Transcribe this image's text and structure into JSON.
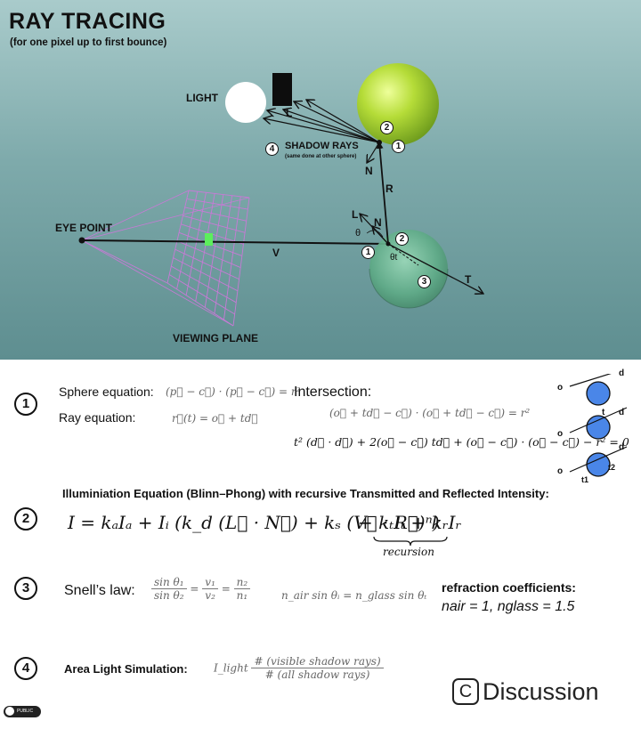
{
  "title": "RAY TRACING",
  "subtitle": "(for one pixel up to first bounce)",
  "labels": {
    "light": "LIGHT",
    "shadow_rays": "SHADOW RAYS",
    "shadow_note": "(same done at other sphere)",
    "eye_point": "EYE POINT",
    "viewing_plane": "VIEWING PLANE",
    "L": "L",
    "N": "N",
    "R": "R",
    "V": "V",
    "T": "T",
    "theta": "θ",
    "theta_t": "θt"
  },
  "markers": [
    "1",
    "2",
    "3",
    "4"
  ],
  "sec1": {
    "number": "1",
    "sphere_label": "Sphere equation:",
    "sphere_eq": "(p⃗ − c⃗) · (p⃗ − c⃗) = r²",
    "ray_label": "Ray equation:",
    "ray_eq": "r⃗(t) = o⃗ + td⃗",
    "intersection_label": "Intersection:",
    "inter_eq1": "(o⃗ + td⃗ − c⃗) · (o⃗ + td⃗ − c⃗) = r²",
    "inter_eq2": "t² (d⃗ · d⃗) + 2(o⃗ − c⃗) td⃗ + (o⃗ − c⃗) · (o⃗ − c⃗) − r² = 0",
    "side_o": "o",
    "side_d": "d",
    "side_t": "t",
    "side_t1": "t1",
    "side_t2": "t2"
  },
  "sec2": {
    "number": "2",
    "heading": "Illuminiation Equation (Blinn–Phong) with recursive Transmitted and Reflected Intensity:",
    "eq_main": "I = kₐIₐ + Iᵢ (k_d (L⃗ · N⃗) + kₛ (V⃗ · R⃗)ⁿ)",
    "eq_rec": "+ kₜIₜ + kᵣIᵣ",
    "recursion": "recursion"
  },
  "sec3": {
    "number": "3",
    "label": "Snell’s law:",
    "frac_sin_top": "sin θ₁",
    "frac_sin_bot": "sin θ₂",
    "frac_v_top": "v₁",
    "frac_v_bot": "v₂",
    "frac_n_top": "n₂",
    "frac_n_bot": "n₁",
    "eq2": "n_air sin θᵢ = n_glass sin θₜ",
    "coef_heading": "refraction coefficients:",
    "coef_values": "nair = 1, nglass = 1.5"
  },
  "sec4": {
    "number": "4",
    "label": "Area Light Simulation:",
    "lhs": "I_light",
    "frac_top": "# (visible shadow rays)",
    "frac_bot": "# (all shadow rays)"
  },
  "discussion": "Discussion",
  "badge": "PUBLIC DOMAIN",
  "colors": {
    "bg_top": "#a9cbcb",
    "bg_bottom": "#5e8e90",
    "green_sphere": "#a8d43a",
    "glass_sphere": "#63b28f",
    "grid": "#c77ad6",
    "pixel": "#5cef5c"
  }
}
